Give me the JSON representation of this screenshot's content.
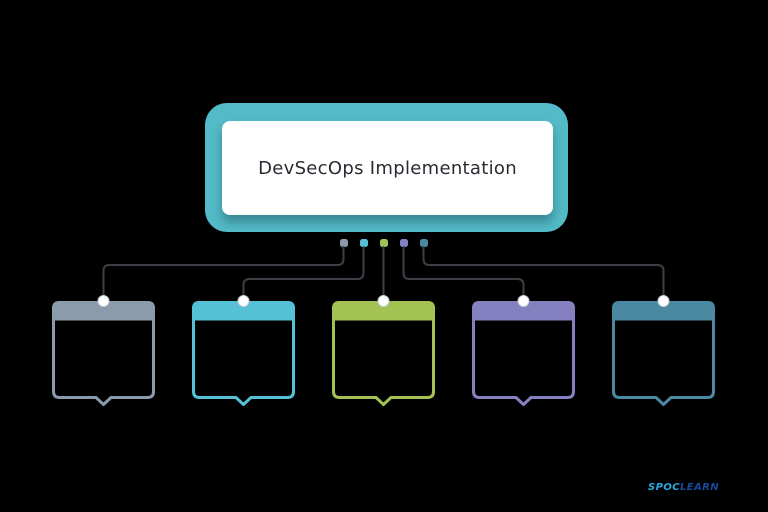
{
  "title": "DevSecOps Implementation",
  "main_box": {
    "outer_color": "#53BAC7",
    "inner_color": "#ffffff",
    "title_color": "#2b2b33"
  },
  "connector_color": "#3b4046",
  "pin_circle_color": "#ffffff",
  "branches": [
    {
      "name": "branch-1",
      "color": "#8C9BAB"
    },
    {
      "name": "branch-2",
      "color": "#55C1D6"
    },
    {
      "name": "branch-3",
      "color": "#A2C353"
    },
    {
      "name": "branch-4",
      "color": "#8580BF"
    },
    {
      "name": "branch-5",
      "color": "#4A89A1"
    }
  ],
  "watermark": {
    "first": "SPOC",
    "second": "LEARN",
    "first_color": "#2AA9E0",
    "second_color": "#17499D"
  }
}
